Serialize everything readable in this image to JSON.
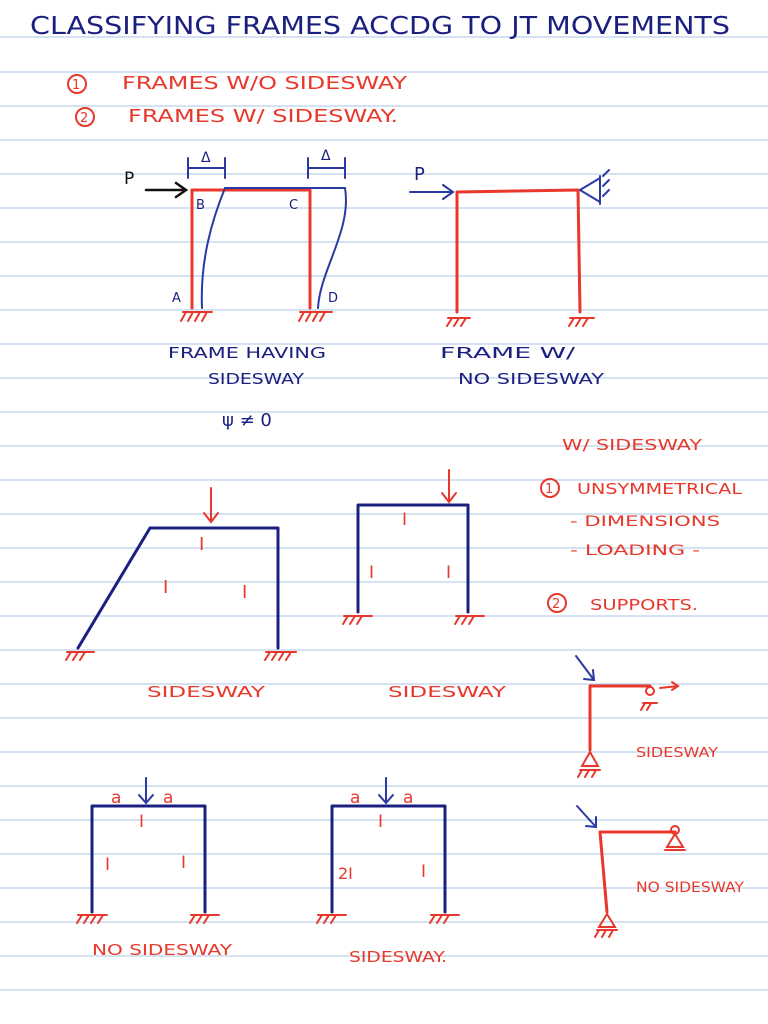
{
  "title": "CLASSIFYING FRAMES ACCDG TO JT MOVEMENTS",
  "list": {
    "item1": {
      "num": "1",
      "text": "FRAMES W/O SIDESWAY"
    },
    "item2": {
      "num": "2",
      "text": "FRAMES W/ SIDESWAY."
    }
  },
  "diagram1": {
    "load": "P",
    "delta_left": "Δ",
    "delta_right": "Δ",
    "node_a": "A",
    "node_b": "B",
    "node_c": "C",
    "node_d": "D",
    "caption_line1": "FRAME HAVING",
    "caption_line2": "SIDESWAY",
    "psi": "ψ ≠ 0"
  },
  "diagram2": {
    "load": "P",
    "caption_line1": "FRAME W/",
    "caption_line2": "NO SIDESWAY"
  },
  "notes": {
    "heading": "W/ SIDESWAY",
    "n1_num": "1",
    "n1_text": "UNSYMMETRICAL",
    "sub1": "- DIMENSIONS",
    "sub2": "- LOADING -",
    "n2_num": "2",
    "n2_text": "SUPPORTS."
  },
  "row2": {
    "f1_members": [
      "I",
      "I",
      "I"
    ],
    "f1_caption": "SIDESWAY",
    "f2_members": [
      "I",
      "I",
      "I"
    ],
    "f2_caption": "SIDESWAY",
    "f3_caption": "SIDESWAY"
  },
  "row3": {
    "f1_a_left": "a",
    "f1_a_right": "a",
    "f1_members": [
      "I",
      "I",
      "I"
    ],
    "f1_caption": "NO SIDESWAY",
    "f2_a_left": "a",
    "f2_a_right": "a",
    "f2_members": [
      "I",
      "2I",
      "I"
    ],
    "f2_caption": "SIDESWAY.",
    "f3_caption": "NO SIDESWAY"
  },
  "colors": {
    "ink_blue": "#1b2080",
    "ink_red": "#e8382b",
    "rule_lines": "#a9c6e6"
  }
}
